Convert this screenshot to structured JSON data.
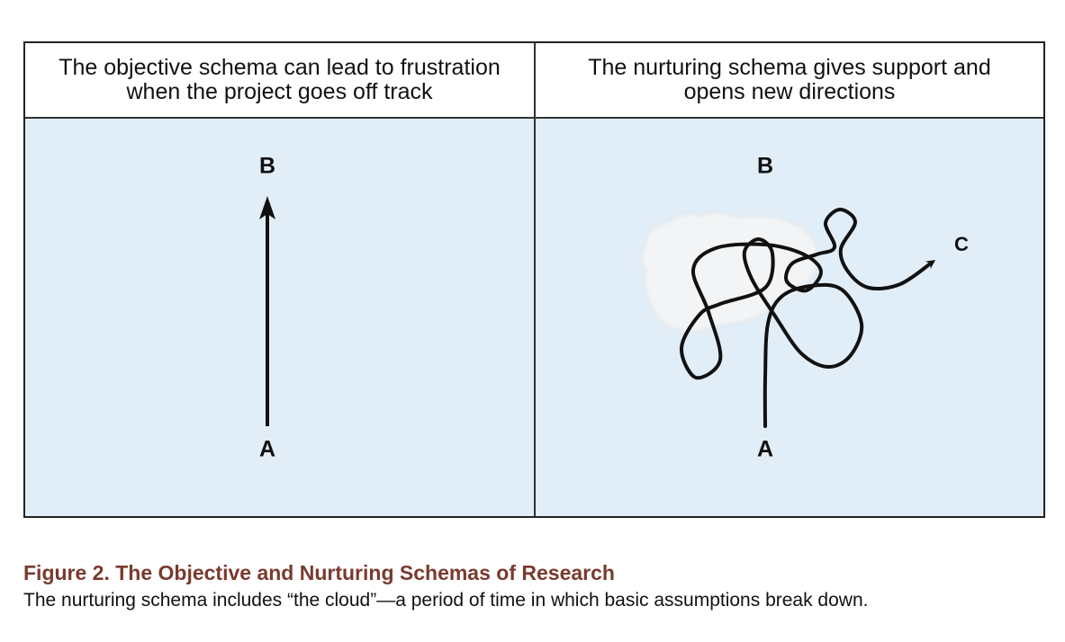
{
  "panels": {
    "left": {
      "header": "The objective schema can lead to frustration when the project goes off track",
      "label_top": "B",
      "label_bottom": "A"
    },
    "right": {
      "header": "The nurturing schema gives support and opens new directions",
      "label_top": "B",
      "label_bottom": "A",
      "label_end": "C"
    }
  },
  "caption": {
    "title": "Figure 2.  The Objective and Nurturing Schemas of Research",
    "body": "The nurturing schema includes “the cloud”—a period of time in which basic assumptions break down."
  }
}
